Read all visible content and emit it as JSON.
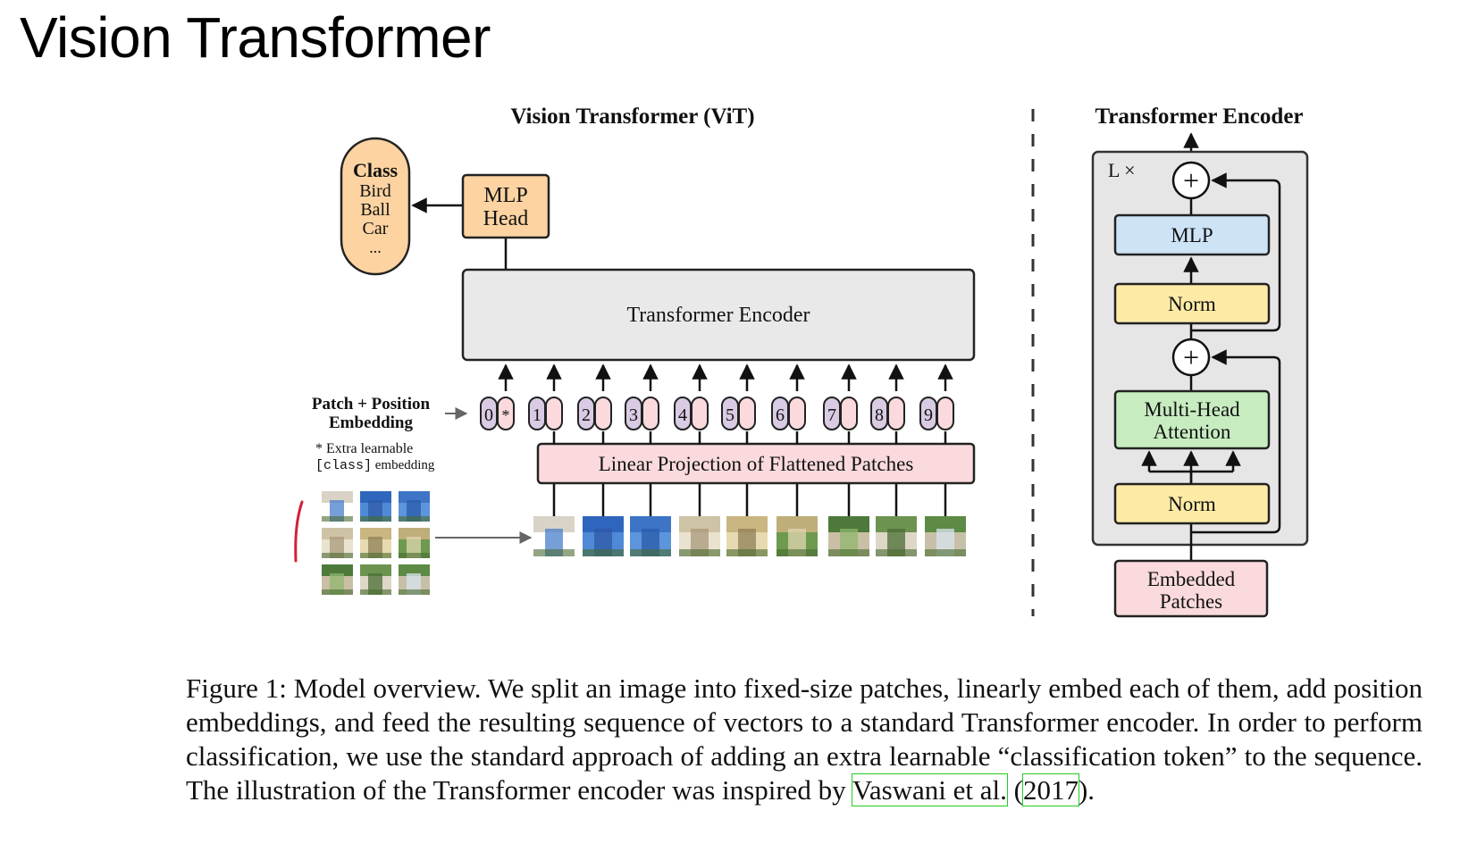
{
  "slide": {
    "title": "Vision Transformer"
  },
  "vit": {
    "title": "Vision Transformer (ViT)",
    "class_box": {
      "heading": "Class",
      "items": [
        "Bird",
        "Ball",
        "Car",
        "..."
      ]
    },
    "mlp_head": [
      "MLP",
      "Head"
    ],
    "encoder_label": "Transformer Encoder",
    "patch_embedding_label": [
      "Patch + Position",
      "Embedding"
    ],
    "extra_note": {
      "line1": "* Extra learnable",
      "line2_code": "[class]",
      "line2_text": " embedding"
    },
    "tokens": [
      "0",
      "1",
      "2",
      "3",
      "4",
      "5",
      "6",
      "7",
      "8",
      "9"
    ],
    "class_token_marker": "*",
    "projection_label": "Linear Projection of Flattened Patches"
  },
  "encoder_block": {
    "title": "Transformer Encoder",
    "repeat": "L ×",
    "plus": "+",
    "mlp": "MLP",
    "norm_top": "Norm",
    "attention": [
      "Multi-Head",
      "Attention"
    ],
    "norm_bottom": "Norm",
    "embedded": [
      "Embedded",
      "Patches"
    ]
  },
  "caption": {
    "text": "Figure 1: Model overview. We split an image into fixed-size patches, linearly embed each of them, add position embeddings, and feed the resulting sequence of vectors to a standard Transformer encoder. In order to perform classification, we use the standard approach of adding an extra learnable “classification token” to the sequence. The illustration of the Transformer encoder was inspired by ",
    "cite_author": "Vaswani et al.",
    "cite_open": " (",
    "cite_year": "2017",
    "cite_close": ")."
  },
  "colors": {
    "orange": "#fcd3a1",
    "pink": "#fadadd",
    "purple": "#d9cbe3",
    "gray": "#e9e9e9",
    "blue": "#cde4f7",
    "yellow": "#fdeba5",
    "green": "#c7ecc0",
    "cite_box": "#22cc22"
  }
}
